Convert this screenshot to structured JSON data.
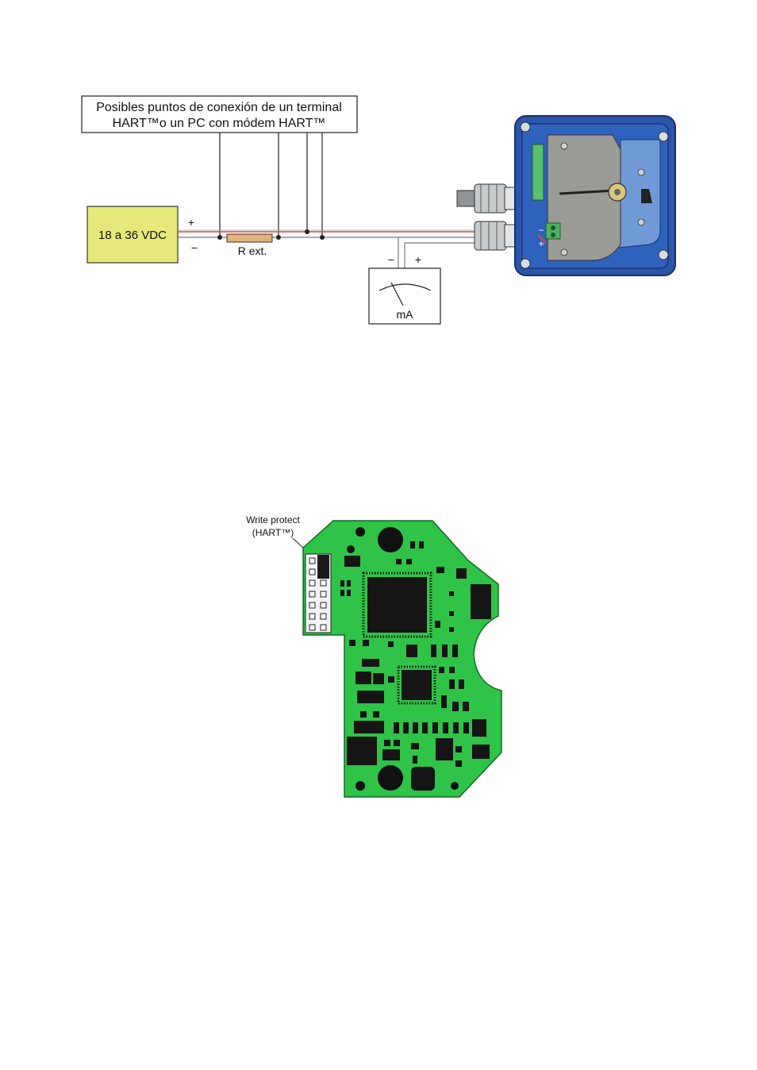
{
  "wiring_diagram": {
    "hart_box": {
      "line1": "Posibles puntos de conexión de un terminal",
      "line2": "HART™o un PC con módem HART™"
    },
    "power_supply": {
      "label": "18 a 36 VDC",
      "plus": "+",
      "minus": "−"
    },
    "resistor": {
      "label": "R ext."
    },
    "ammeter": {
      "label": "mA",
      "minus": "−",
      "plus": "+"
    },
    "transmitter": {
      "terminal_minus": "−",
      "terminal_plus": "+"
    },
    "colors": {
      "positive_wire": "#e0473a",
      "supply_box": "#e6e97a",
      "resistor": "#e3b27a",
      "housing": "#2a55a8"
    }
  },
  "pcb_diagram": {
    "callout": {
      "line1": "Write protect",
      "line2": "(HART™)"
    },
    "colors": {
      "board": "#2fc348",
      "components": "#1b1b1b"
    }
  }
}
